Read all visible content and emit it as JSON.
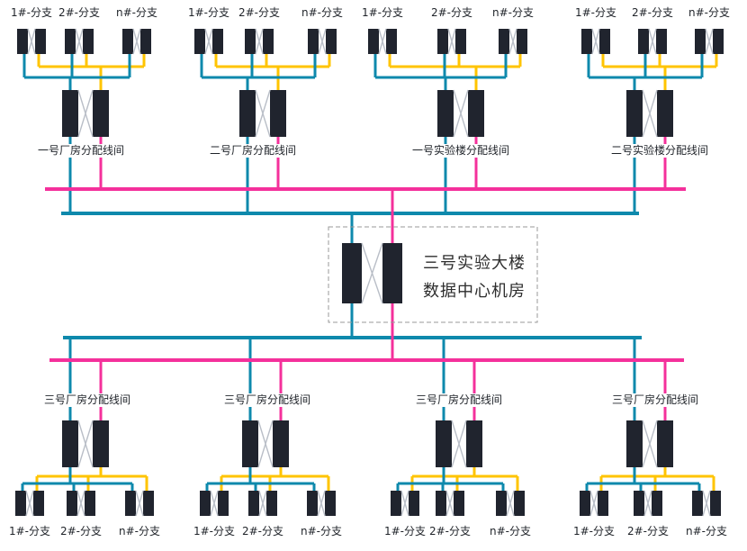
{
  "diagram": {
    "type": "structured-cabling-topology",
    "center": {
      "line1": "三号实验大楼",
      "line2": "数据中心机房"
    },
    "branch_labels": [
      "1#-分支",
      "2#-分支",
      "n#-分支"
    ],
    "top_groups": [
      {
        "label": "一号厂房分配线间"
      },
      {
        "label": "二号厂房分配线间"
      },
      {
        "label": "一号实验楼分配线间"
      },
      {
        "label": "二号实验楼分配线间"
      }
    ],
    "bottom_groups": [
      {
        "label": "三号厂房分配线间"
      },
      {
        "label": "三号厂房分配线间"
      },
      {
        "label": "三号厂房分配线间"
      },
      {
        "label": "三号厂房分配线间"
      }
    ],
    "colors": {
      "teal_cable": "#0e89ac",
      "yellow_cable": "#ffc400",
      "pink_cable": "#f4309b",
      "device_fill": "#20242e"
    }
  }
}
